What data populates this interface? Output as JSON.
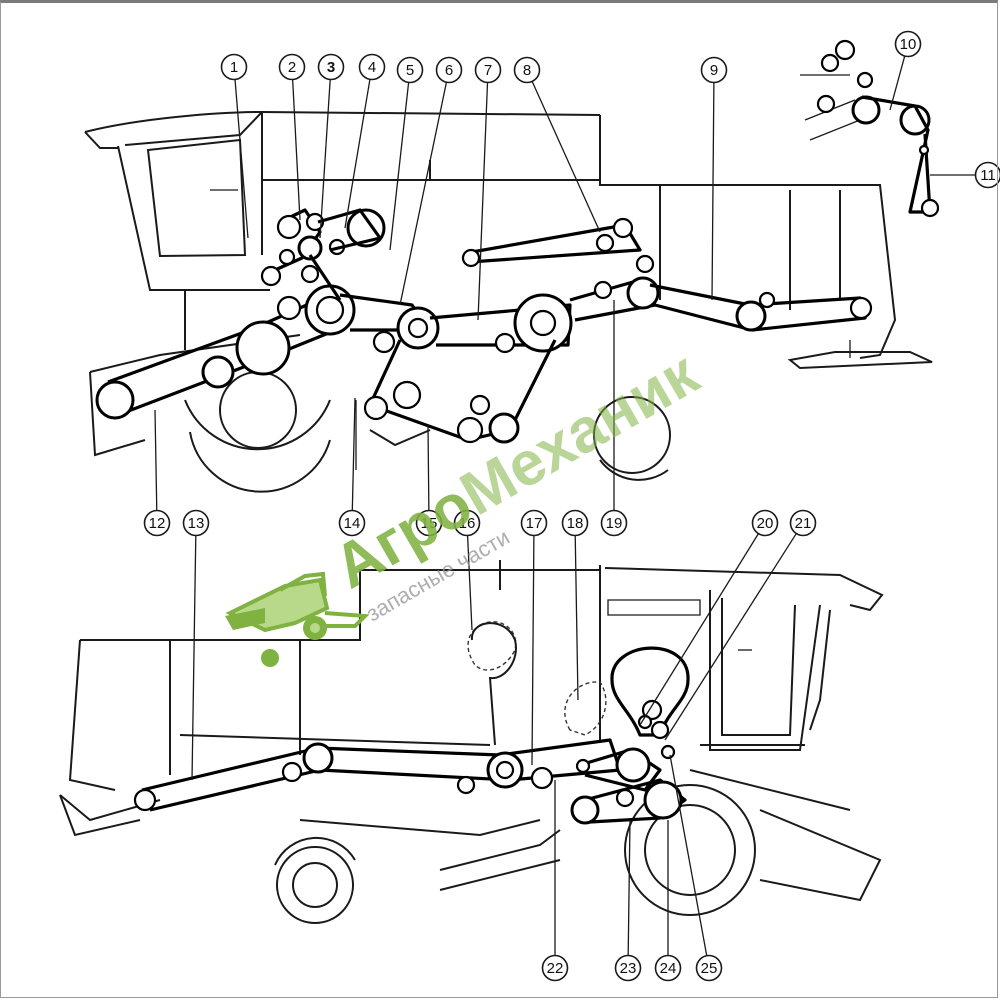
{
  "callouts": [
    "1",
    "2",
    "3",
    "4",
    "5",
    "6",
    "7",
    "8",
    "9",
    "10",
    "11",
    "12",
    "13",
    "14",
    "15",
    "16",
    "17",
    "18",
    "19",
    "20",
    "21",
    "22",
    "23",
    "24",
    "25"
  ],
  "highlight_callout": "3",
  "watermark": {
    "brand_part1": "Агро",
    "brand_part2": "Механик",
    "tagline": "запасные части",
    "green": "#7fb241",
    "light_green": "#b9d98a"
  },
  "colors": {
    "line": "#1a1a1a",
    "highlight": "#8bc34a"
  }
}
